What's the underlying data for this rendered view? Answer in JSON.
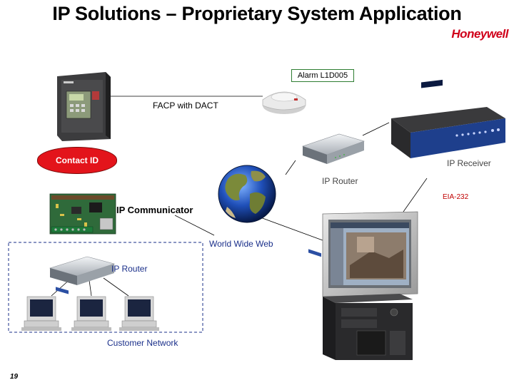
{
  "title": "IP Solutions – Proprietary System Application",
  "logo": "Honeywell",
  "labels": {
    "alarm": "Alarm L1D005",
    "facp": "FACP with DACT",
    "contact_id": "Contact ID",
    "ip_receiver": "IP Receiver",
    "ip_router_top": "IP Router",
    "eia": "EIA-232",
    "ip_communicator": "IP Communicator",
    "www": "World Wide Web",
    "ip_router_bottom": "IP Router",
    "customer_network": "Customer Network"
  },
  "page_number": "19",
  "colors": {
    "logo_red": "#d0021b",
    "contact_red": "#e3141b",
    "alarm_border": "#2e7d32",
    "label_blue": "#1a2f8a",
    "network_border": "#1a2f8a"
  }
}
